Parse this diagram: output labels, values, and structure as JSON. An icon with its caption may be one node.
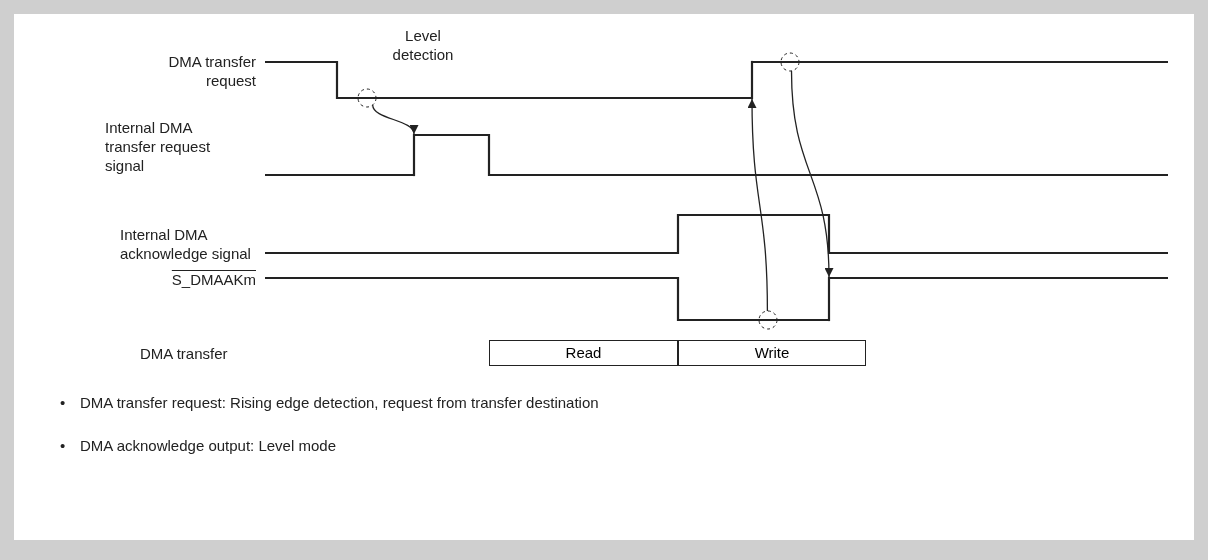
{
  "diagram": {
    "nodes": [
      {
        "text": [],
        "shape": "circle"
      },
      {
        "text": [],
        "shape": "line"
      },
      {
        "text": [],
        "shape": "circle"
      },
      {
        "text": [],
        "shape": "line"
      },
      {
        "text": [],
        "shape": "line"
      },
      {
        "text": [],
        "shape": "circle"
      },
      {
        "text": [
          "Read"
        ]
      },
      {
        "text": [
          "Write"
        ]
      }
    ],
    "edges": [
      {
        "from": 2,
        "to": 3,
        "arrow": "to"
      },
      {
        "from": 5,
        "to": 1,
        "arrow": "to"
      },
      {
        "from": 0,
        "to": 4,
        "arrow": "to"
      }
    ],
    "labels": [
      "Level detection",
      "DMA transfer request",
      "Internal DMA transfer request signal",
      "Internal DMA acknowledge signal",
      "S_DMAAKm",
      "DMA transfer",
      "•",
      "DMA transfer request: Rising edge detection, request from transfer destination",
      "•",
      "DMA acknowledge output: Level mode"
    ]
  }
}
